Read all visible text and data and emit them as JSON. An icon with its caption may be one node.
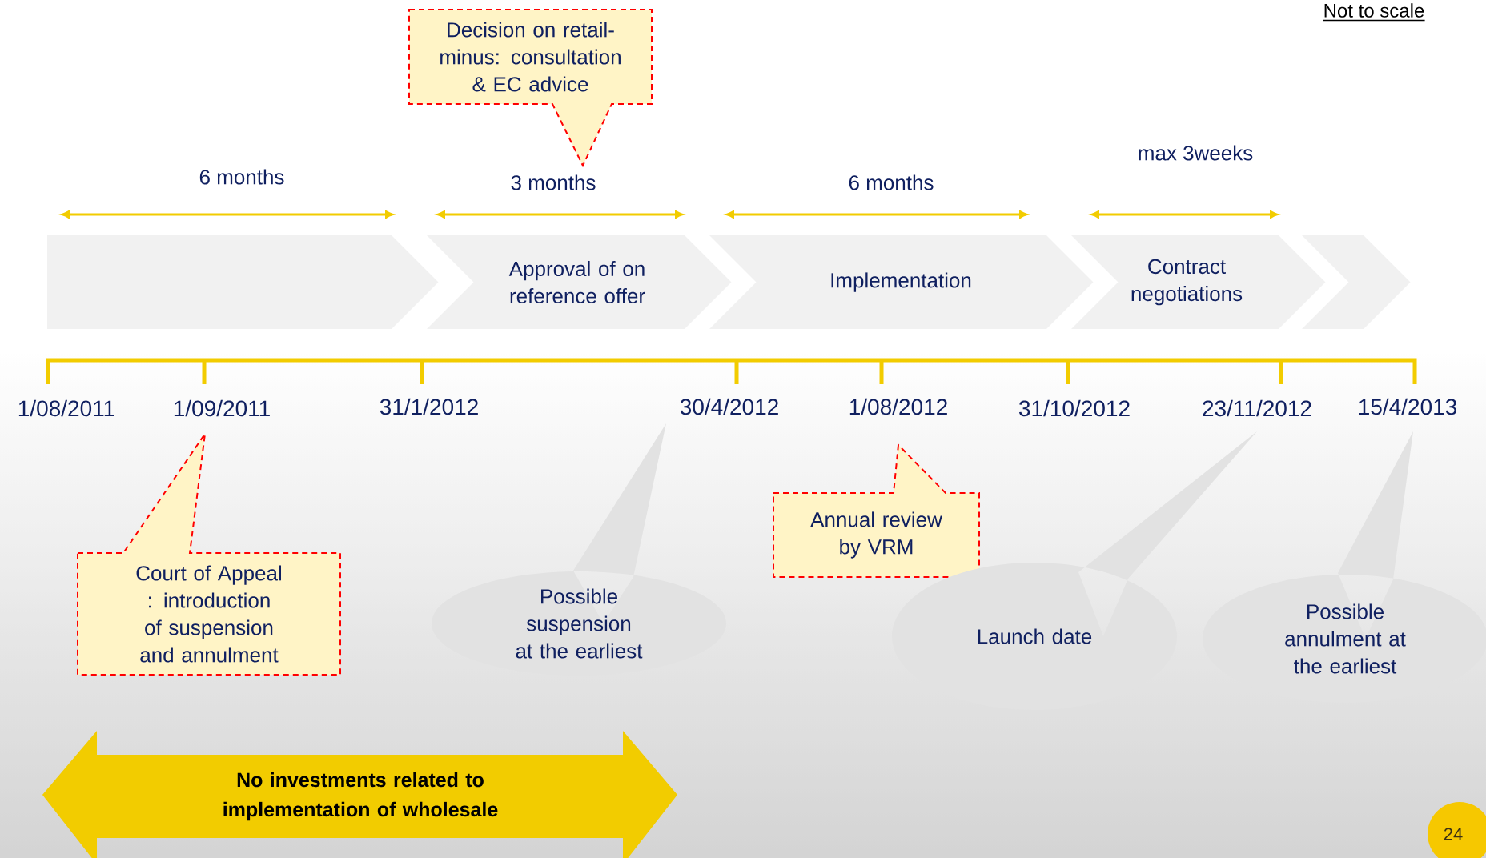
{
  "diagram": {
    "nodes": [
      {
        "text": [],
        "shape": "chevron"
      },
      {
        "text": [
          "Approval of on reference offer"
        ]
      },
      {
        "text": [
          "Implementation"
        ]
      },
      {
        "text": [
          "Contract negotiations"
        ]
      },
      {
        "text": [],
        "shape": "chevron"
      },
      {
        "text": [
          "Decision on retail-minus: consultation & EC advice"
        ]
      },
      {
        "text": [
          "Court of Appeal : introduction of suspension and annulment"
        ]
      },
      {
        "text": [
          "Possible suspension at the earliest"
        ]
      },
      {
        "text": [
          "Annual review by VRM"
        ]
      },
      {
        "text": [
          "Launch date"
        ]
      },
      {
        "text": [
          "Possible annulment at the earliest"
        ]
      },
      {
        "text": [
          "No investments related to implementation of wholesale"
        ]
      },
      {
        "text": [
          "24"
        ]
      }
    ],
    "labels": [
      "Not to scale",
      "6 months",
      "3 months",
      "6 months",
      "max 3weeks",
      "1/08/2011",
      "1/09/2011",
      "31/1/2012",
      "30/4/2012",
      "1/08/2012",
      "31/10/2012",
      "23/11/2012",
      "15/4/2013"
    ]
  }
}
